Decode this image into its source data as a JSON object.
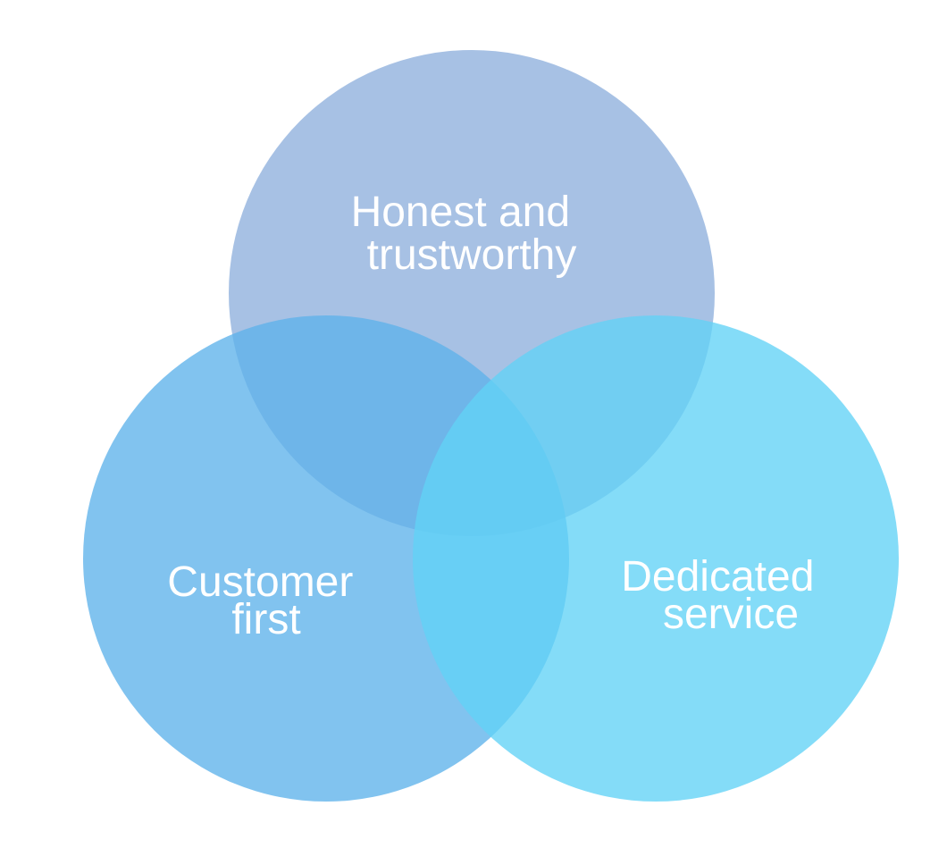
{
  "diagram": {
    "type": "three-circle-venn",
    "circles": [
      {
        "id": "top",
        "label_lines": [
          "Honest and",
          "trustworthy"
        ],
        "color": "#8EB0DC"
      },
      {
        "id": "left",
        "label_lines": [
          "Customer",
          "first"
        ],
        "color": "#5DB2EA"
      },
      {
        "id": "right",
        "label_lines": [
          "Dedicated",
          "service"
        ],
        "color": "#62D2F6"
      }
    ]
  }
}
